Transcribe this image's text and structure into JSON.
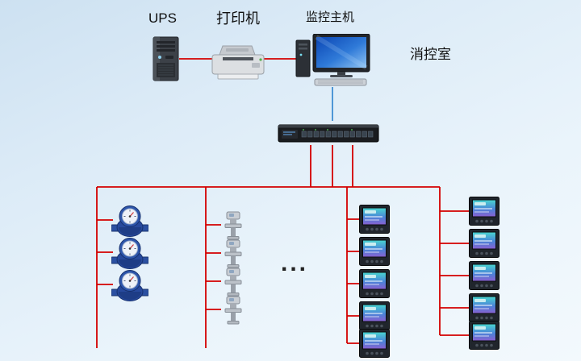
{
  "labels": {
    "ups": "UPS",
    "printer": "打印机",
    "host": "监控主机",
    "control_room": "消控室",
    "ellipsis": "..."
  },
  "topology": {
    "water_meters": 3,
    "transmitters": 4,
    "power_meters_left_column": 5,
    "power_meters_right_column": 5
  },
  "colors": {
    "line_red": "#d40000",
    "line_blue": "#4f97d6",
    "background_top": "#cde1f1",
    "background_bottom": "#f3f9fd"
  }
}
